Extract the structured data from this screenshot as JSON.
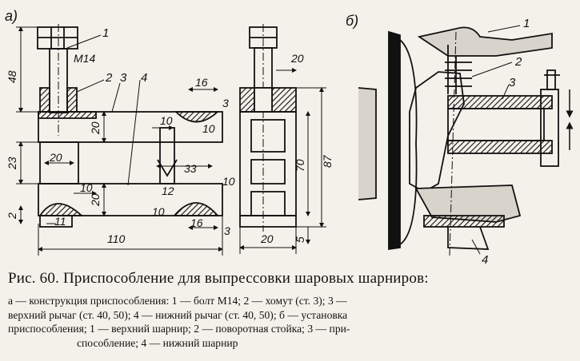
{
  "figure": {
    "panel_a_label": "а)",
    "panel_b_label": "б)",
    "dimensions": {
      "d48": "48",
      "d23": "23",
      "d2": "2",
      "d20_top_lever": "20",
      "d20_gap": "20",
      "d20_lower_lever": "20",
      "d16_top": "16",
      "d16_bottom": "16",
      "d3_top": "3",
      "d3_bottom": "3",
      "d10_top_a": "10",
      "d10_top_b": "10",
      "d10_mid": "10",
      "d10_low": "10",
      "d10_side": "10",
      "d12": "12",
      "d33": "33",
      "d11": "11",
      "d110": "110",
      "d20_side_top": "20",
      "d20_side_bottom": "20",
      "d70": "70",
      "d87": "87",
      "d5": "5"
    },
    "thread": "M14",
    "callouts_a": [
      "1",
      "2",
      "3",
      "4"
    ],
    "callouts_b": [
      "1",
      "2",
      "3",
      "4"
    ]
  },
  "caption": {
    "title": "Рис. 60. Приспособление для выпрессовки шаровых шарниров:",
    "lines": [
      "а — конструкция приспособления: 1 — болт М14; 2 — хомут (ст. 3); 3 —",
      "верхний рычаг (ст. 40, 50); 4 — нижний рычаг (ст. 40, 50); б — установка",
      "приспособления; 1 — верхний шарнир; 2 — поворотная стойка; 3 — при-",
      "способление; 4 — нижний шарнир"
    ]
  }
}
